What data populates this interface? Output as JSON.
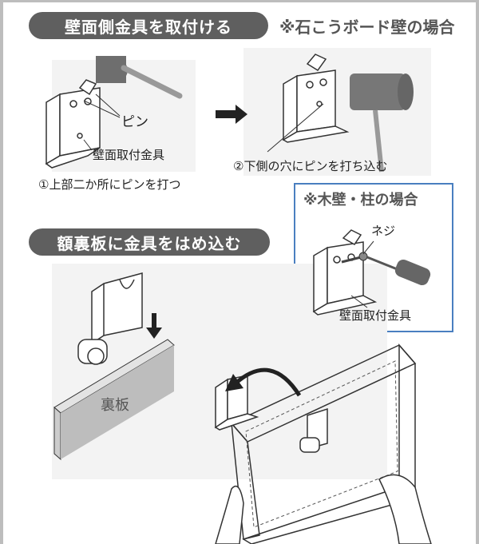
{
  "sections": {
    "wall_mount_title": "壁面側金具を取付ける",
    "gypsum_note": "※石こうボード壁の場合",
    "backboard_title": "額裏板に金具をはめ込む"
  },
  "labels": {
    "pin": "ピン",
    "wall_bracket_1": "壁面取付金具",
    "step1": "①上部二か所にピンを打つ",
    "step2": "②下側の穴にピンを打ち込む",
    "wood_title": "※木壁・柱の場合",
    "screw": "ネジ",
    "wall_bracket_2": "壁面取付金具",
    "backboard": "裏板"
  }
}
